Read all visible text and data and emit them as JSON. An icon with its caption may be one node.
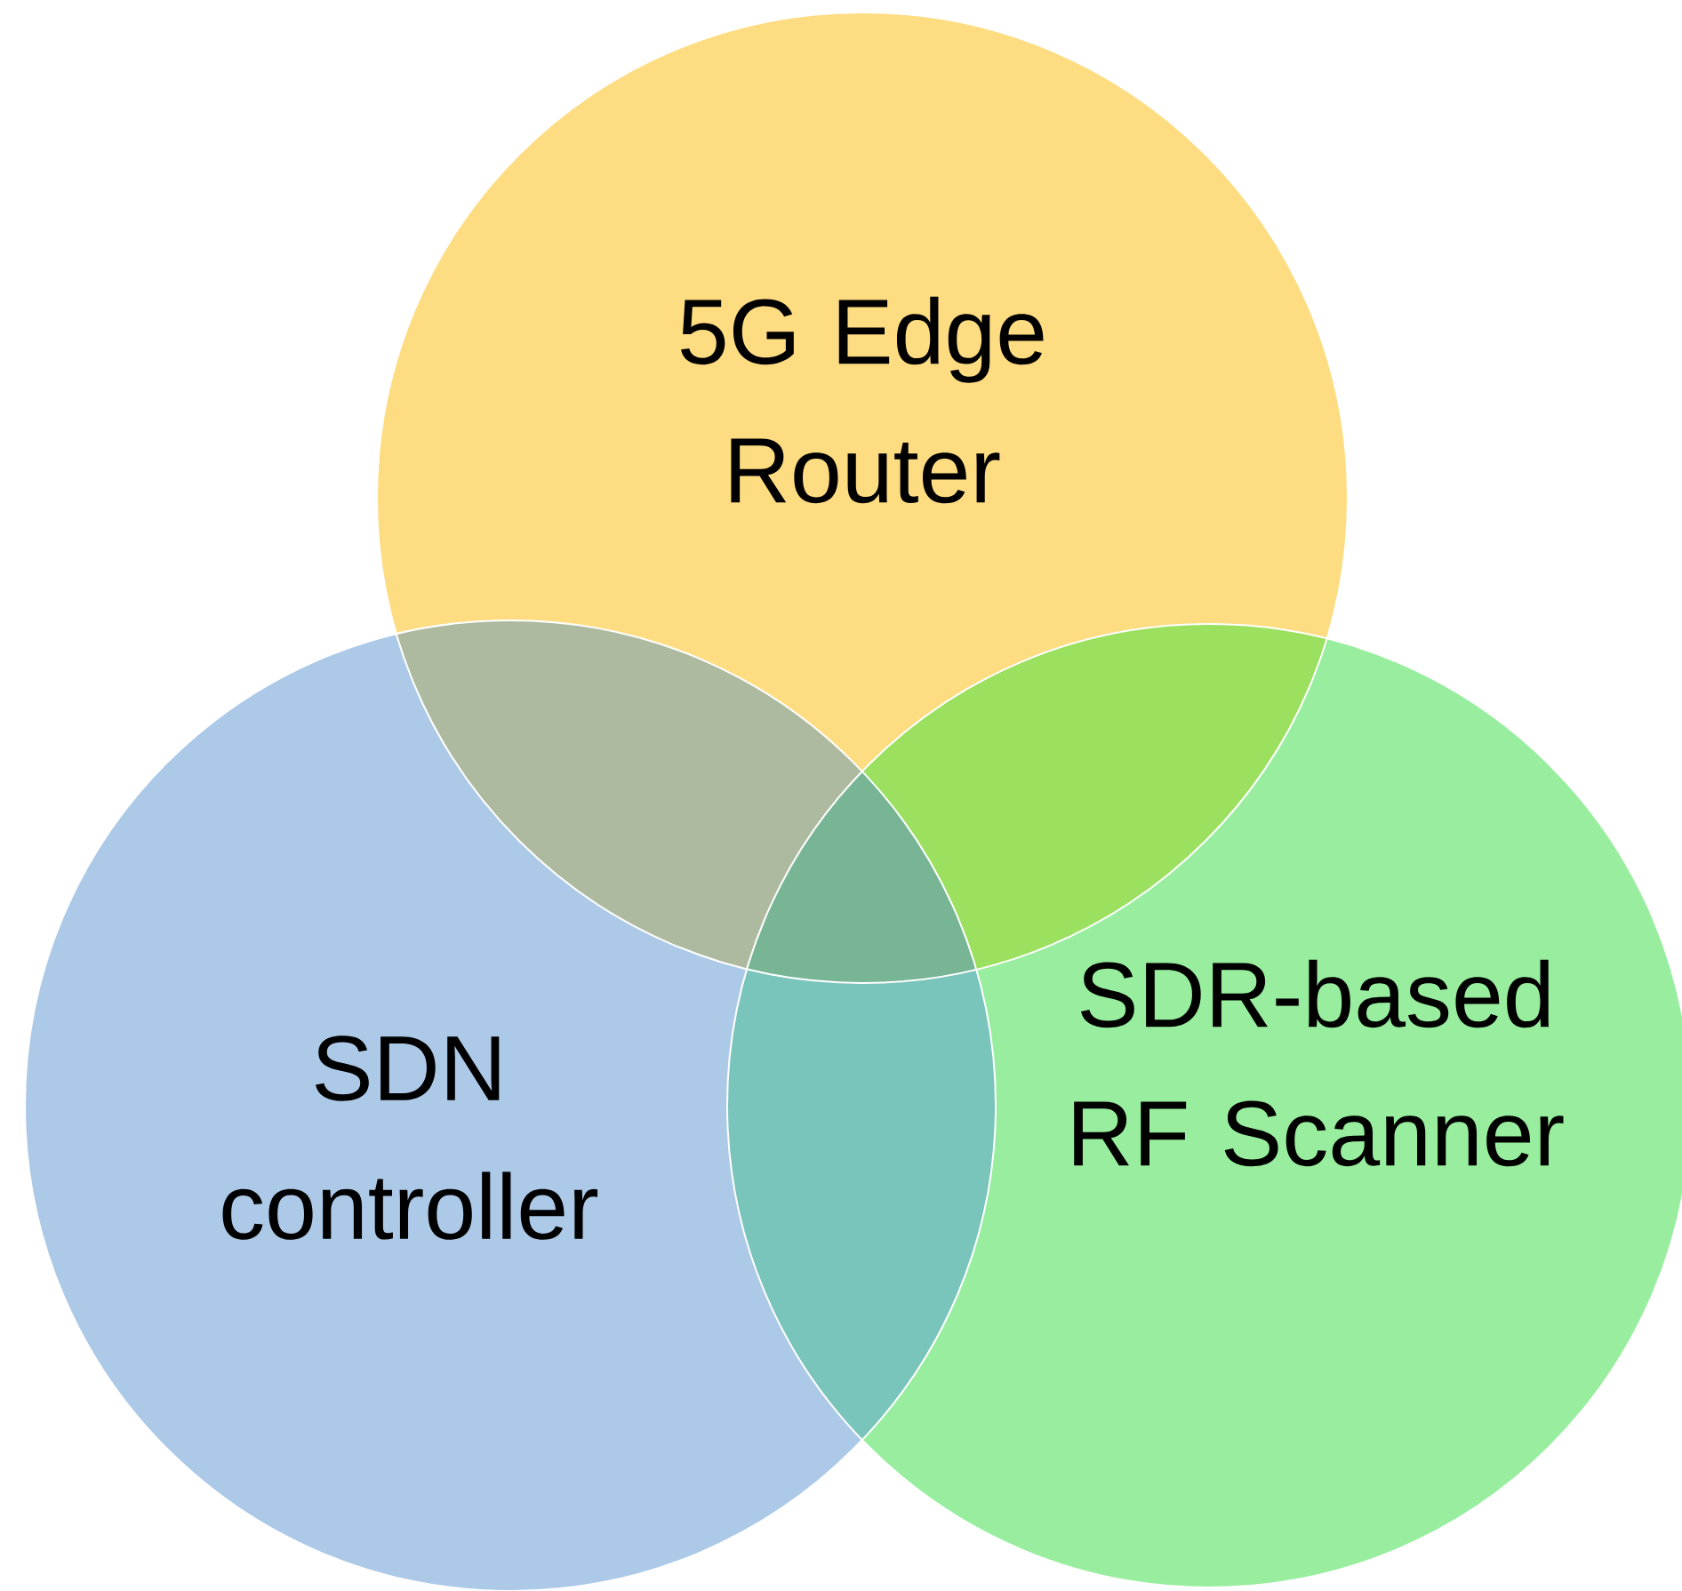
{
  "diagram": {
    "nodes": [
      {
        "text": [
          "5G Edge Router"
        ]
      },
      {
        "text": [
          "SDN controller"
        ]
      },
      {
        "text": [
          "SDR-based RF Scanner"
        ]
      }
    ]
  }
}
